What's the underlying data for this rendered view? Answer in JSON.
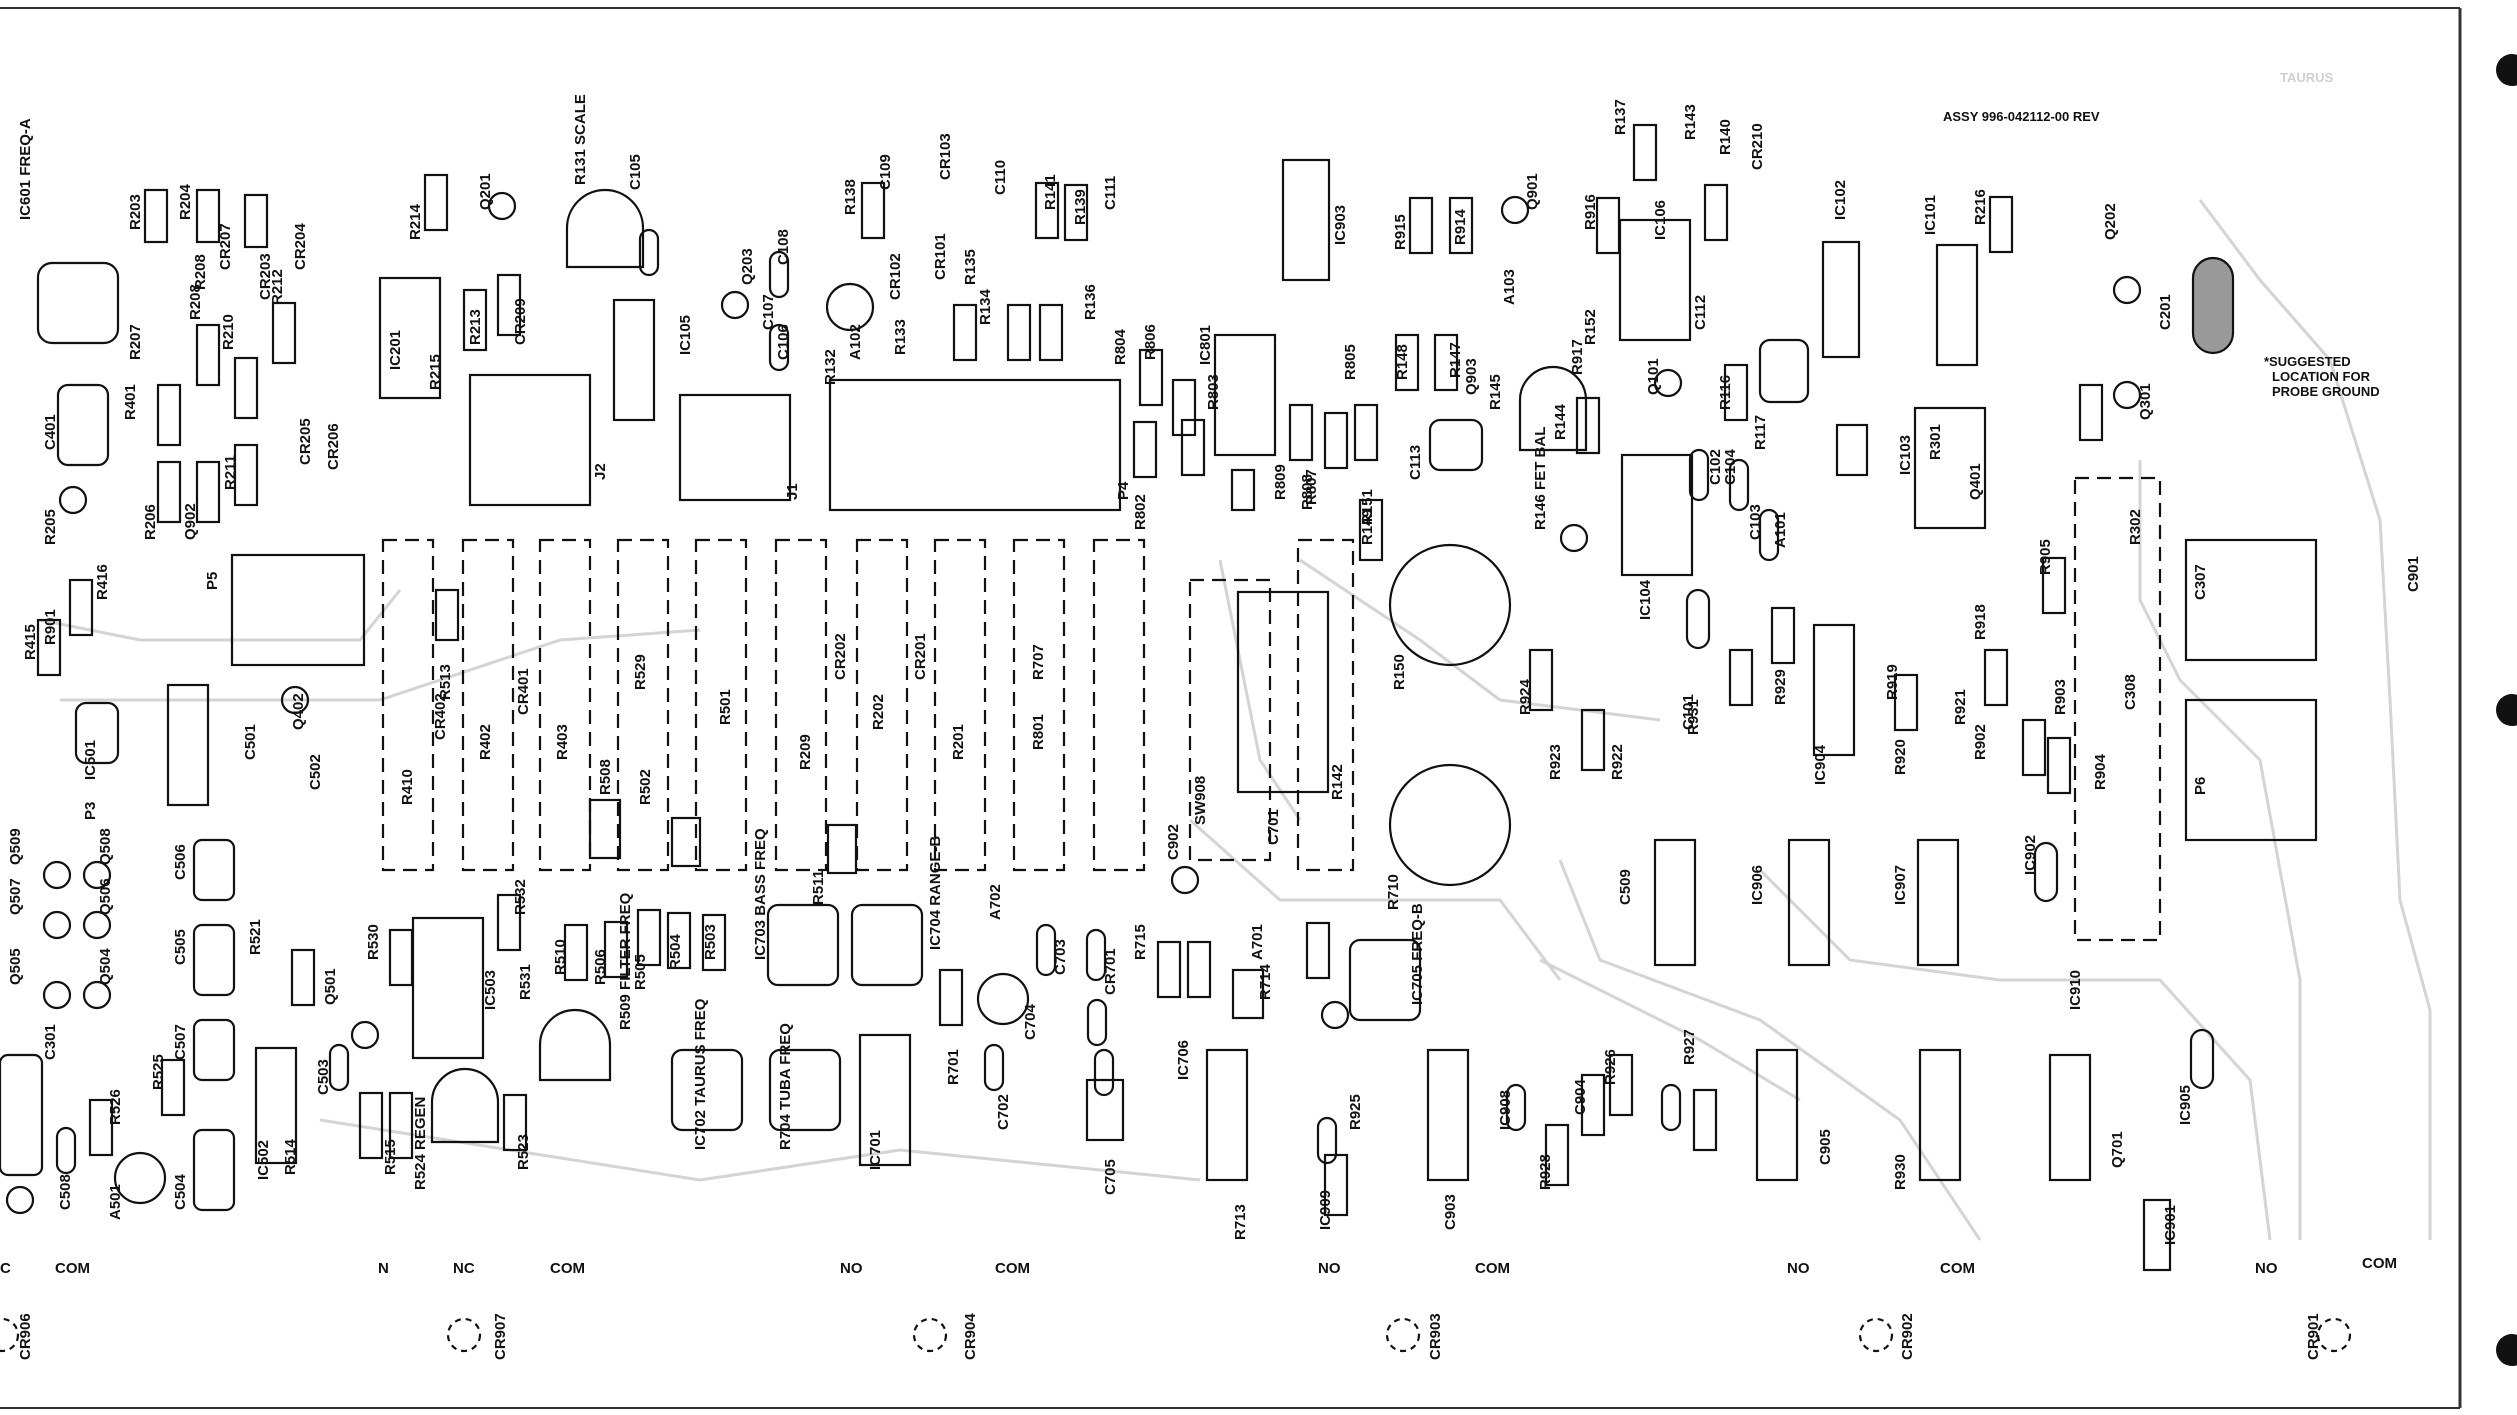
{
  "header": {
    "assy": "ASSY  996-042112-00  REV",
    "watermark": "TAURUS",
    "note": [
      "*SUGGESTED",
      "LOCATION FOR",
      "PROBE GROUND"
    ]
  },
  "upper_components": [
    "IC601 FREQ-A",
    "R203",
    "R204",
    "CR207",
    "R208",
    "CR203",
    "CR204",
    "R214",
    "Q201",
    "R131 SCALE",
    "C105",
    "R138",
    "C109",
    "CR103",
    "C110",
    "R141",
    "R139",
    "C111",
    "IC903",
    "R915",
    "R914",
    "R916",
    "Q901",
    "R137",
    "IC106",
    "R143",
    "R140",
    "CR210",
    "IC102",
    "IC101",
    "R216",
    "Q202",
    "C201",
    "R207",
    "R208",
    "R210",
    "R212",
    "IC201",
    "R215",
    "R213",
    "CR209",
    "Q203",
    "C108",
    "C106",
    "IC105",
    "R133",
    "CR102",
    "CR101",
    "R135",
    "R134",
    "C107",
    "R132",
    "A102",
    "R136",
    "R804",
    "R806",
    "IC801",
    "R803",
    "R805",
    "R148",
    "R147",
    "Q903",
    "A103",
    "R917",
    "R152",
    "C112",
    "R116",
    "R301",
    "Q301",
    "C401",
    "R401",
    "R211",
    "CR205",
    "CR206",
    "J2",
    "J1",
    "P4",
    "R802",
    "R808",
    "R809",
    "R807",
    "R151",
    "R149",
    "C113",
    "R145",
    "R146 FET BAL",
    "R144",
    "Q101",
    "C102",
    "C104",
    "R117",
    "C103",
    "A101",
    "IC103",
    "Q401",
    "R205",
    "R206",
    "Q902"
  ],
  "middle_components": [
    "P5",
    "R416",
    "R415",
    "Q402",
    "R410",
    "R513",
    "CR402",
    "R402",
    "CR401",
    "R403",
    "R508",
    "R529",
    "R502",
    "R501",
    "R209",
    "CR202",
    "R511",
    "R202",
    "CR201",
    "R201",
    "R707",
    "R801",
    "SW908",
    "C701",
    "R142",
    "R150",
    "R710",
    "IC104",
    "C101",
    "R924",
    "R923",
    "R922",
    "R931",
    "R929",
    "IC904",
    "R919",
    "R920",
    "R921",
    "R918",
    "R905",
    "R902",
    "R903",
    "R904",
    "R302",
    "C308",
    "C307",
    "P6",
    "P3",
    "IC501",
    "C501",
    "C502",
    "C509",
    "IC906",
    "IC907",
    "IC902",
    "C902",
    "Q701"
  ],
  "lower_components": [
    "Q509",
    "Q508",
    "Q507",
    "Q506",
    "Q505",
    "Q504",
    "C506",
    "C505",
    "R521",
    "Q501",
    "R530",
    "IC503",
    "R532",
    "R531",
    "R510",
    "R506",
    "R505",
    "R504",
    "R503",
    "IC703 BASS FREQ",
    "IC704 RANGE-B",
    "A702",
    "C703",
    "CR701",
    "R715",
    "R714",
    "A701",
    "IC705 FREQ-B",
    "R509 FILTER FREQ",
    "R524 REGEN",
    "R523",
    "R514",
    "R515",
    "C503",
    "R525",
    "R526",
    "C507",
    "C301",
    "C508",
    "A501",
    "C504",
    "IC502",
    "IC702 TAURUS FREQ",
    "R704 TUBA FREQ",
    "IC701",
    "R701",
    "C702",
    "C704",
    "C705",
    "IC706",
    "R713",
    "IC909",
    "R925",
    "C903",
    "IC908",
    "C904",
    "R926",
    "R928",
    "R927",
    "C905",
    "R930",
    "IC910",
    "IC905",
    "IC901",
    "C901",
    "R901"
  ],
  "bottom_labels": [
    "C",
    "COM",
    "N",
    "NC",
    "COM",
    "NO",
    "COM",
    "NO",
    "COM",
    "NO",
    "COM",
    "NO",
    "COM"
  ],
  "relay_labels": [
    "CR906",
    "CR907",
    "CR904",
    "CR903",
    "CR902",
    "CR901"
  ]
}
